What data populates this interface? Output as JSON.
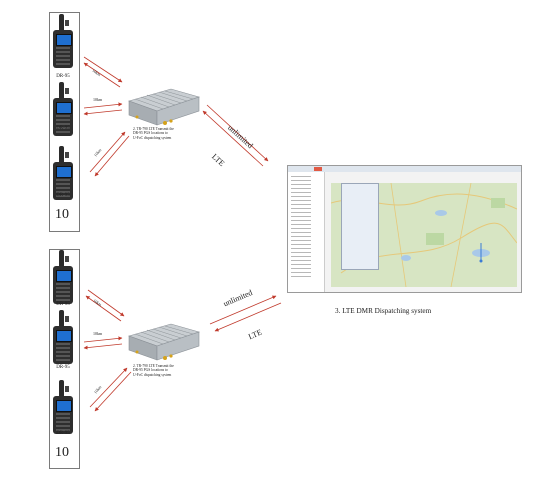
{
  "radio_label": "DR-95",
  "group_count": "10",
  "distance_label": "10km",
  "gateway_caption": [
    "2.  TR-790 LTE Transmit the",
    "DR-95 PGS locations to",
    "U-FoC dispatching system"
  ],
  "link_unlimited": "unlimited",
  "link_lte": "LTE",
  "dispatch_caption": "3. LTE DMR Dispatching system"
}
